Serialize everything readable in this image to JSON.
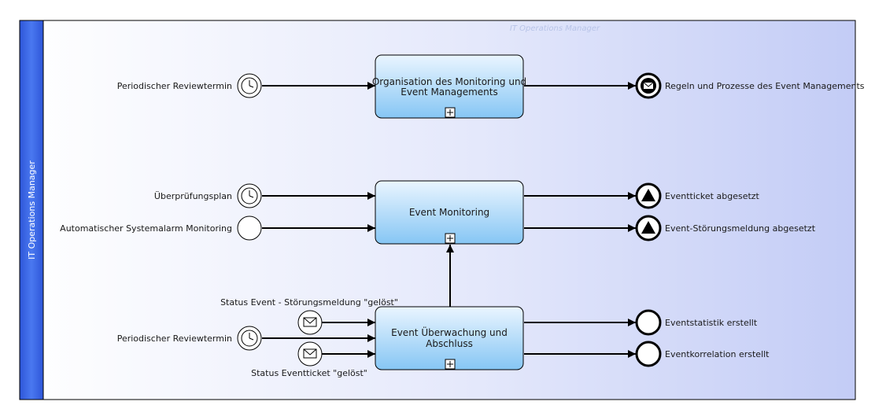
{
  "pool": {
    "lane_label": "IT Operations Manager",
    "watermark": "IT Operations Manager"
  },
  "tasks": {
    "organisation": {
      "line1": "Organisation des Monitoring und",
      "line2": "Event Managements"
    },
    "monitoring": {
      "line1": "Event Monitoring"
    },
    "ueberwachung": {
      "line1": "Event Überwachung und",
      "line2": "Abschluss"
    }
  },
  "start_events": {
    "review1": {
      "label": "Periodischer Reviewtermin",
      "type": "timer"
    },
    "plan": {
      "label": "Überprüfungsplan",
      "type": "timer"
    },
    "alarm": {
      "label": "Automatischer Systemalarm Monitoring",
      "type": "none"
    },
    "review2": {
      "label": "Periodischer Reviewtermin",
      "type": "timer"
    }
  },
  "intermediate_events": {
    "stoerung_geloest": {
      "label": "Status Event - Störungsmeldung \"gelöst\"",
      "type": "message"
    },
    "ticket_geloest": {
      "label": "Status Eventticket \"gelöst\"",
      "type": "message"
    }
  },
  "end_events": {
    "regeln": {
      "label": "Regeln und Prozesse des Event Managements",
      "type": "message"
    },
    "ticket": {
      "label": "Eventticket abgesetzt",
      "type": "escalation"
    },
    "stoerung": {
      "label": "Event-Störungsmeldung abgesetzt",
      "type": "escalation"
    },
    "statistik": {
      "label": "Eventstatistik erstellt",
      "type": "none"
    },
    "korrelation": {
      "label": "Eventkorrelation erstellt",
      "type": "none"
    }
  },
  "colors": {
    "lane_header": "#3a66e8",
    "pool_bg_start": "#ffffff",
    "pool_bg_end": "#c3ccf6",
    "task_top": "#e6f3ff",
    "task_bottom": "#8ccaf6",
    "line": "#000000"
  }
}
